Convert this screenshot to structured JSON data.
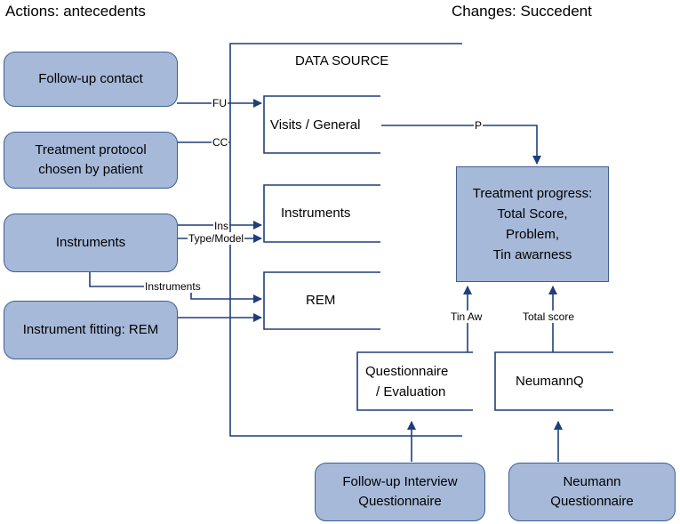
{
  "headers": {
    "left": "Actions: antecedents",
    "right": "Changes: Succedent"
  },
  "data_source": {
    "title": "DATA SOURCE",
    "sections": [
      "Visits / General",
      "Instruments",
      "REM"
    ]
  },
  "actions": {
    "follow_up_contact": "Follow-up contact",
    "treatment_protocol_line1": "Treatment protocol",
    "treatment_protocol_line2": "chosen by patient",
    "instruments": "Instruments",
    "instrument_fitting": "Instrument fitting: REM"
  },
  "edge_labels": {
    "fu": "FU",
    "cc": "CC",
    "ins": "Ins",
    "type_model": "Type/Model",
    "instruments": "Instruments",
    "p": "P",
    "tin_aw": "Tin Aw",
    "total_score": "Total score"
  },
  "progress": {
    "line1": "Treatment progress:",
    "line2": "Total Score,",
    "line3": "Problem,",
    "line4": "Tin awarness"
  },
  "evaluation": {
    "questionnaire_line1": "Questionnaire",
    "questionnaire_line2": "/ Evaluation",
    "neumannq": "NeumannQ"
  },
  "questionnaires": {
    "followup_line1": "Follow-up Interview",
    "followup_line2": "Questionnaire",
    "neumann_line1": "Neumann",
    "neumann_line2": "Questionnaire"
  },
  "colors": {
    "box_fill": "#a6b9d8",
    "box_border": "#3e5f93",
    "line": "#1f3f7a"
  }
}
